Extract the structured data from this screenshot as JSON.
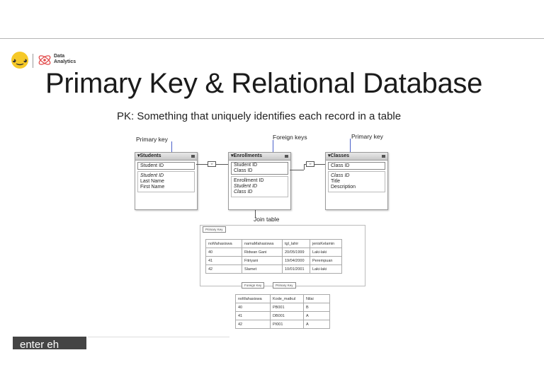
{
  "logo": {
    "brand_line1": "Data",
    "brand_line2": "Analytics",
    "badge_icon": "smiley-icon"
  },
  "slide": {
    "title": "Primary Key & Relational Database",
    "subtitle": "PK: Something that uniquely identifies each record in a table"
  },
  "diagram": {
    "labels": {
      "primary_key_left": "Primary key",
      "foreign_keys": "Foreign keys",
      "primary_key_right": "Primary key",
      "join_table": "Join table"
    },
    "students": {
      "title": "Students",
      "key": "Student ID",
      "fields": [
        "Student ID",
        "Last Name",
        "First Name"
      ]
    },
    "enrollments": {
      "title": "Enrollments",
      "keys": [
        "Student ID",
        "Class ID"
      ],
      "fields": [
        "Enrollment ID",
        "Student ID",
        "Class ID"
      ]
    },
    "classes": {
      "title": "Classes",
      "key": "Class ID",
      "fields": [
        "Class ID",
        "Title",
        "Description"
      ]
    }
  },
  "table_mahasiswa": {
    "callout": "Primary Key",
    "headers": [
      "noMahasiswa",
      "namaMahasiswa",
      "tgl_lahir",
      "jenisKelamin"
    ],
    "rows": [
      [
        "40",
        "Ridwan Gani",
        "20/05/1999",
        "Laki-laki"
      ],
      [
        "41",
        "Fitriyani",
        "19/04/2000",
        "Perempuan"
      ],
      [
        "42",
        "Slamet",
        "10/01/2001",
        "Laki-laki"
      ]
    ]
  },
  "table_nilai": {
    "callout_foreign": "Foreign Key",
    "callout_primary": "Primary Key",
    "headers": [
      "noMahasiswa",
      "Kode_matkul",
      "Nilai"
    ],
    "rows": [
      [
        "40",
        "PB001",
        "B"
      ],
      [
        "41",
        "DB001",
        "A"
      ],
      [
        "42",
        "PI001",
        "A"
      ]
    ]
  },
  "caption": {
    "text": "enter eh"
  }
}
